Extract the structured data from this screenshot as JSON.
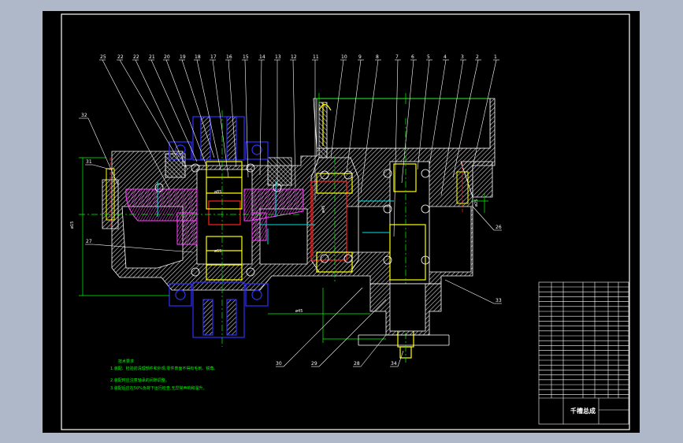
{
  "drawing": {
    "title": "千槽总成",
    "tech_requirements": {
      "heading": "技术要求",
      "lines": [
        "1.装配、检验前清理部件和外观,零件表面不得有毛刺、锐角。",
        "2.装配时应注意轴承的间隙调整。",
        "3.装配后应在50%负荷下运行检查,无异常声响和温升。"
      ]
    },
    "balloons_top": [
      "25",
      "22",
      "22",
      "21",
      "20",
      "19",
      "18",
      "17",
      "16",
      "15",
      "14",
      "13",
      "12",
      "11",
      "10",
      "9",
      "8",
      "7",
      "6",
      "5",
      "4",
      "3",
      "2",
      "1"
    ],
    "balloons_side": [
      "32",
      "31",
      "27",
      "26",
      "33",
      "30",
      "29",
      "28",
      "34"
    ],
    "dimensions": [
      "ø15",
      "ø85",
      "ø45",
      "ø65",
      "ø45",
      "ø25"
    ]
  },
  "colors": {
    "background": "#000000",
    "outline": "#ffffff",
    "green": "#00ff00",
    "yellow": "#ffff00",
    "blue": "#2020ff",
    "red": "#ff2020",
    "magenta": "#ff40ff",
    "cyan": "#00e0e0",
    "hatch": "#e0e0e0"
  }
}
